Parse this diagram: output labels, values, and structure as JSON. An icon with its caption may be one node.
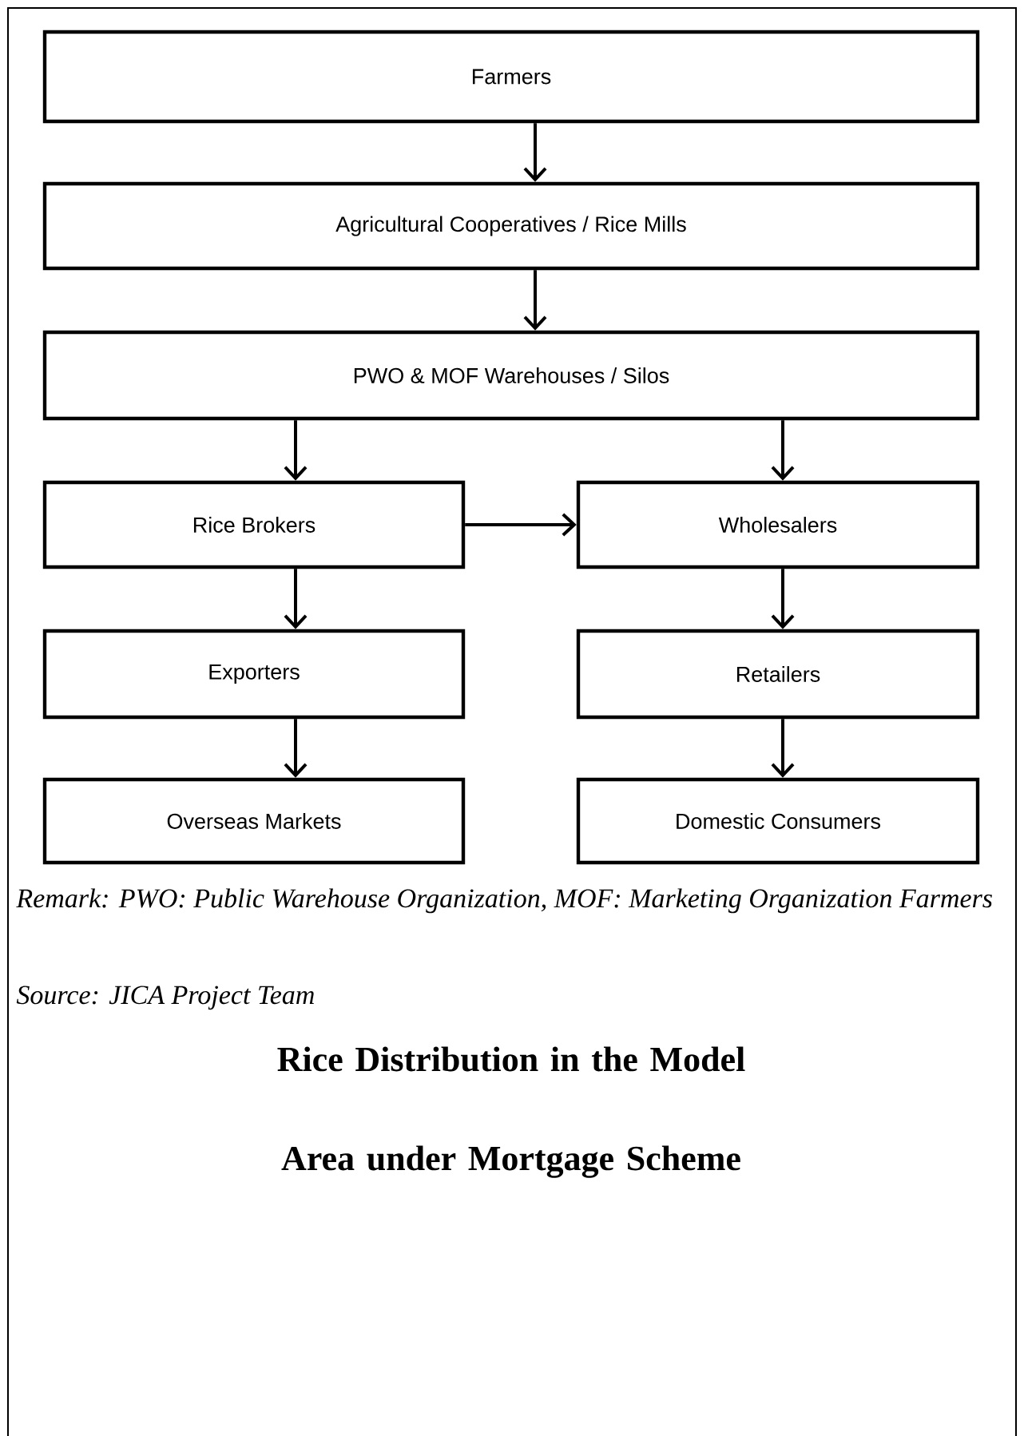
{
  "diagram": {
    "title": "Rice Distribution in the Model Area under Mortgage Scheme",
    "nodes": [
      {
        "text": [
          "Farmers"
        ]
      },
      {
        "text": [
          "Agricultural Cooperatives / Rice Mills"
        ]
      },
      {
        "text": [
          "PWO & MOF Warehouses  / Silos"
        ]
      },
      {
        "text": [
          "Rice Brokers"
        ]
      },
      {
        "text": [
          "Wholesalers"
        ]
      },
      {
        "text": [
          "Exporters"
        ]
      },
      {
        "text": [
          "Retailers"
        ]
      },
      {
        "text": [
          "Overseas Markets"
        ]
      },
      {
        "text": [
          "Domestic Consumers"
        ]
      }
    ],
    "edges": [
      {
        "from": 0,
        "to": 1,
        "arrow": "to"
      },
      {
        "from": 1,
        "to": 2,
        "arrow": "to"
      },
      {
        "from": 2,
        "to": 3,
        "arrow": "to"
      },
      {
        "from": 2,
        "to": 4,
        "arrow": "to"
      },
      {
        "from": 3,
        "to": 4,
        "arrow": "to"
      },
      {
        "from": 3,
        "to": 5,
        "arrow": "to"
      },
      {
        "from": 4,
        "to": 6,
        "arrow": "to"
      },
      {
        "from": 5,
        "to": 7,
        "arrow": "to"
      },
      {
        "from": 6,
        "to": 8,
        "arrow": "to"
      }
    ],
    "labels": [
      "Remark: PWO: Public Warehouse Organization, MOF: Marketing Organization Farmers",
      "Source: JICA Project Team"
    ]
  }
}
